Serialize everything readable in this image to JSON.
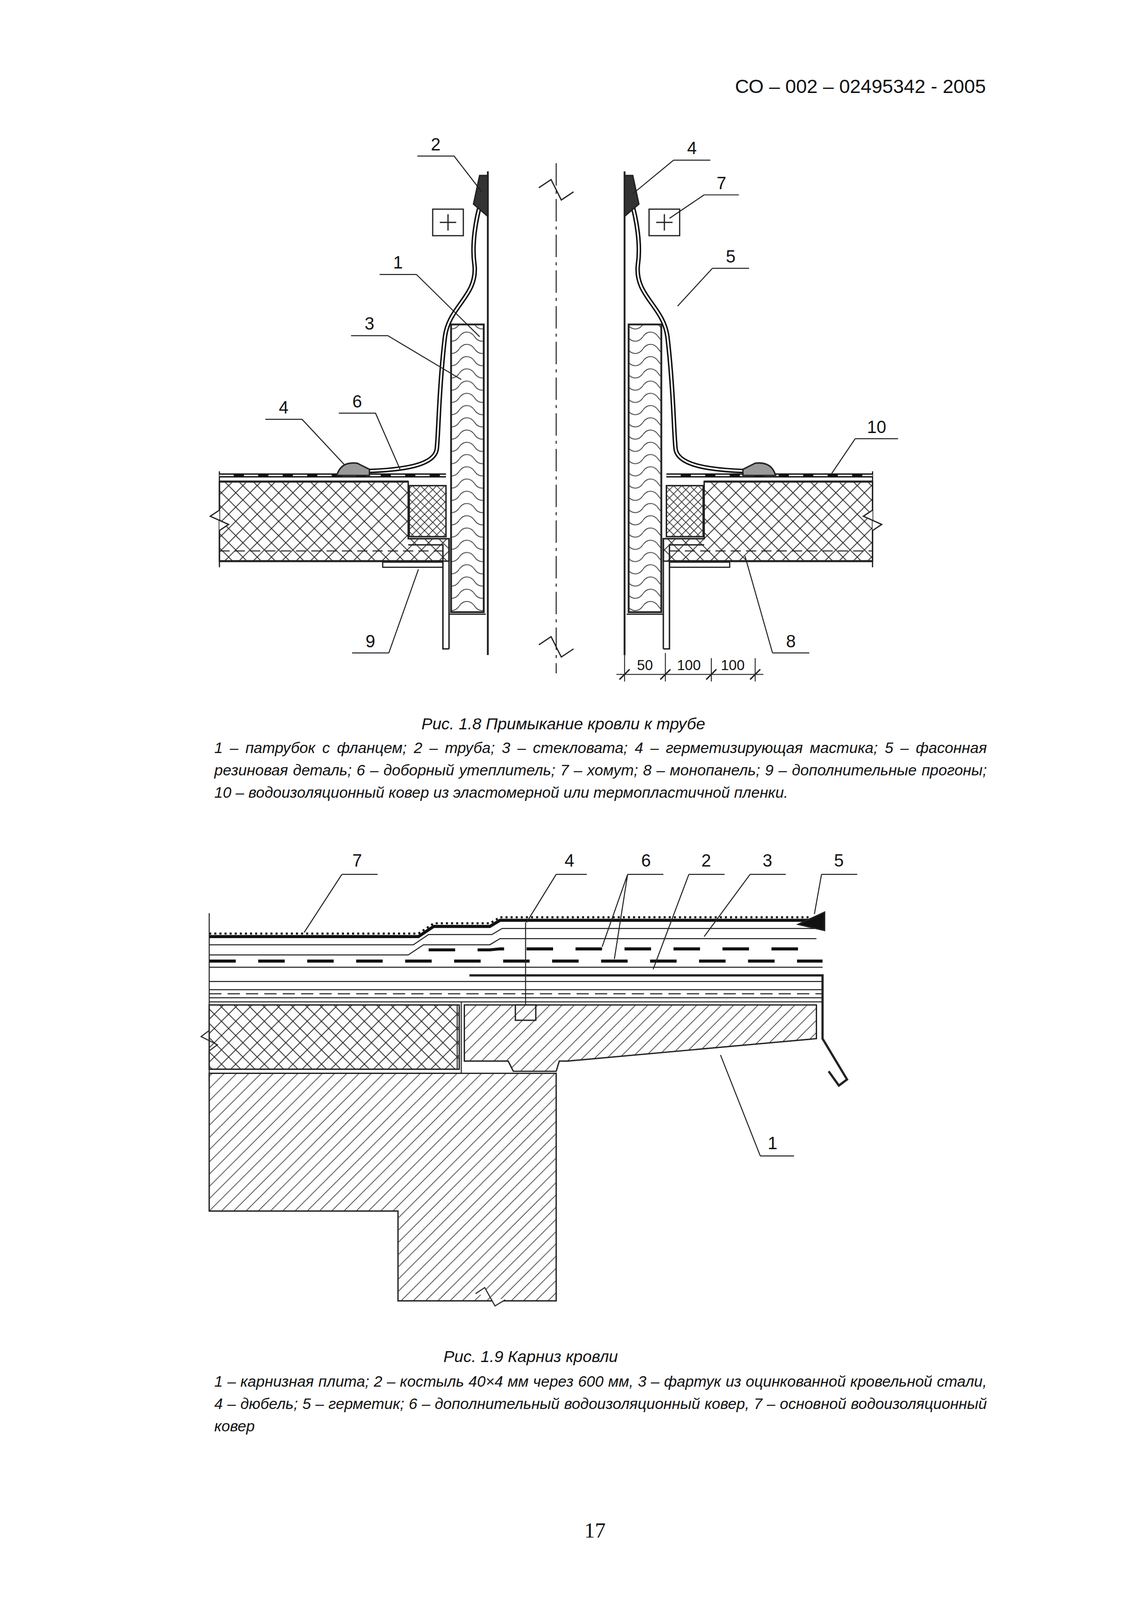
{
  "diagram": {
    "labels": [
      "СО – 002 – 02495342 - 2005",
      "2",
      "4",
      "7",
      "1",
      "5",
      "3",
      "4",
      "6",
      "10",
      "9",
      "8",
      "50",
      "100",
      "100",
      "Рис. 1.8 Примыкание кровли к трубе",
      "1 – патрубок с фланцем; 2 – труба; 3 – стекловата; 4 – герметизирующая мастика; 5 – фасонная резиновая деталь; 6 – доборный утеплитель; 7 – хомут; 8 – монопанель; 9 – дополнительные прогоны; 10 – водоизоляционный ковер из эластомерной или термопластичной пленки.",
      "7",
      "4",
      "6",
      "2",
      "3",
      "5",
      "1",
      "Рис. 1.9 Карниз кровли",
      "1 – карнизная плита; 2 – костыль 40×4 мм через 600 мм, 3 – фартук из оцинкованной кровельной стали, 4 – дюбель; 5 – герметик; 6 – дополнительный водоизоляционный ковер, 7 – основной водоизоляционный ковер",
      "17"
    ]
  }
}
